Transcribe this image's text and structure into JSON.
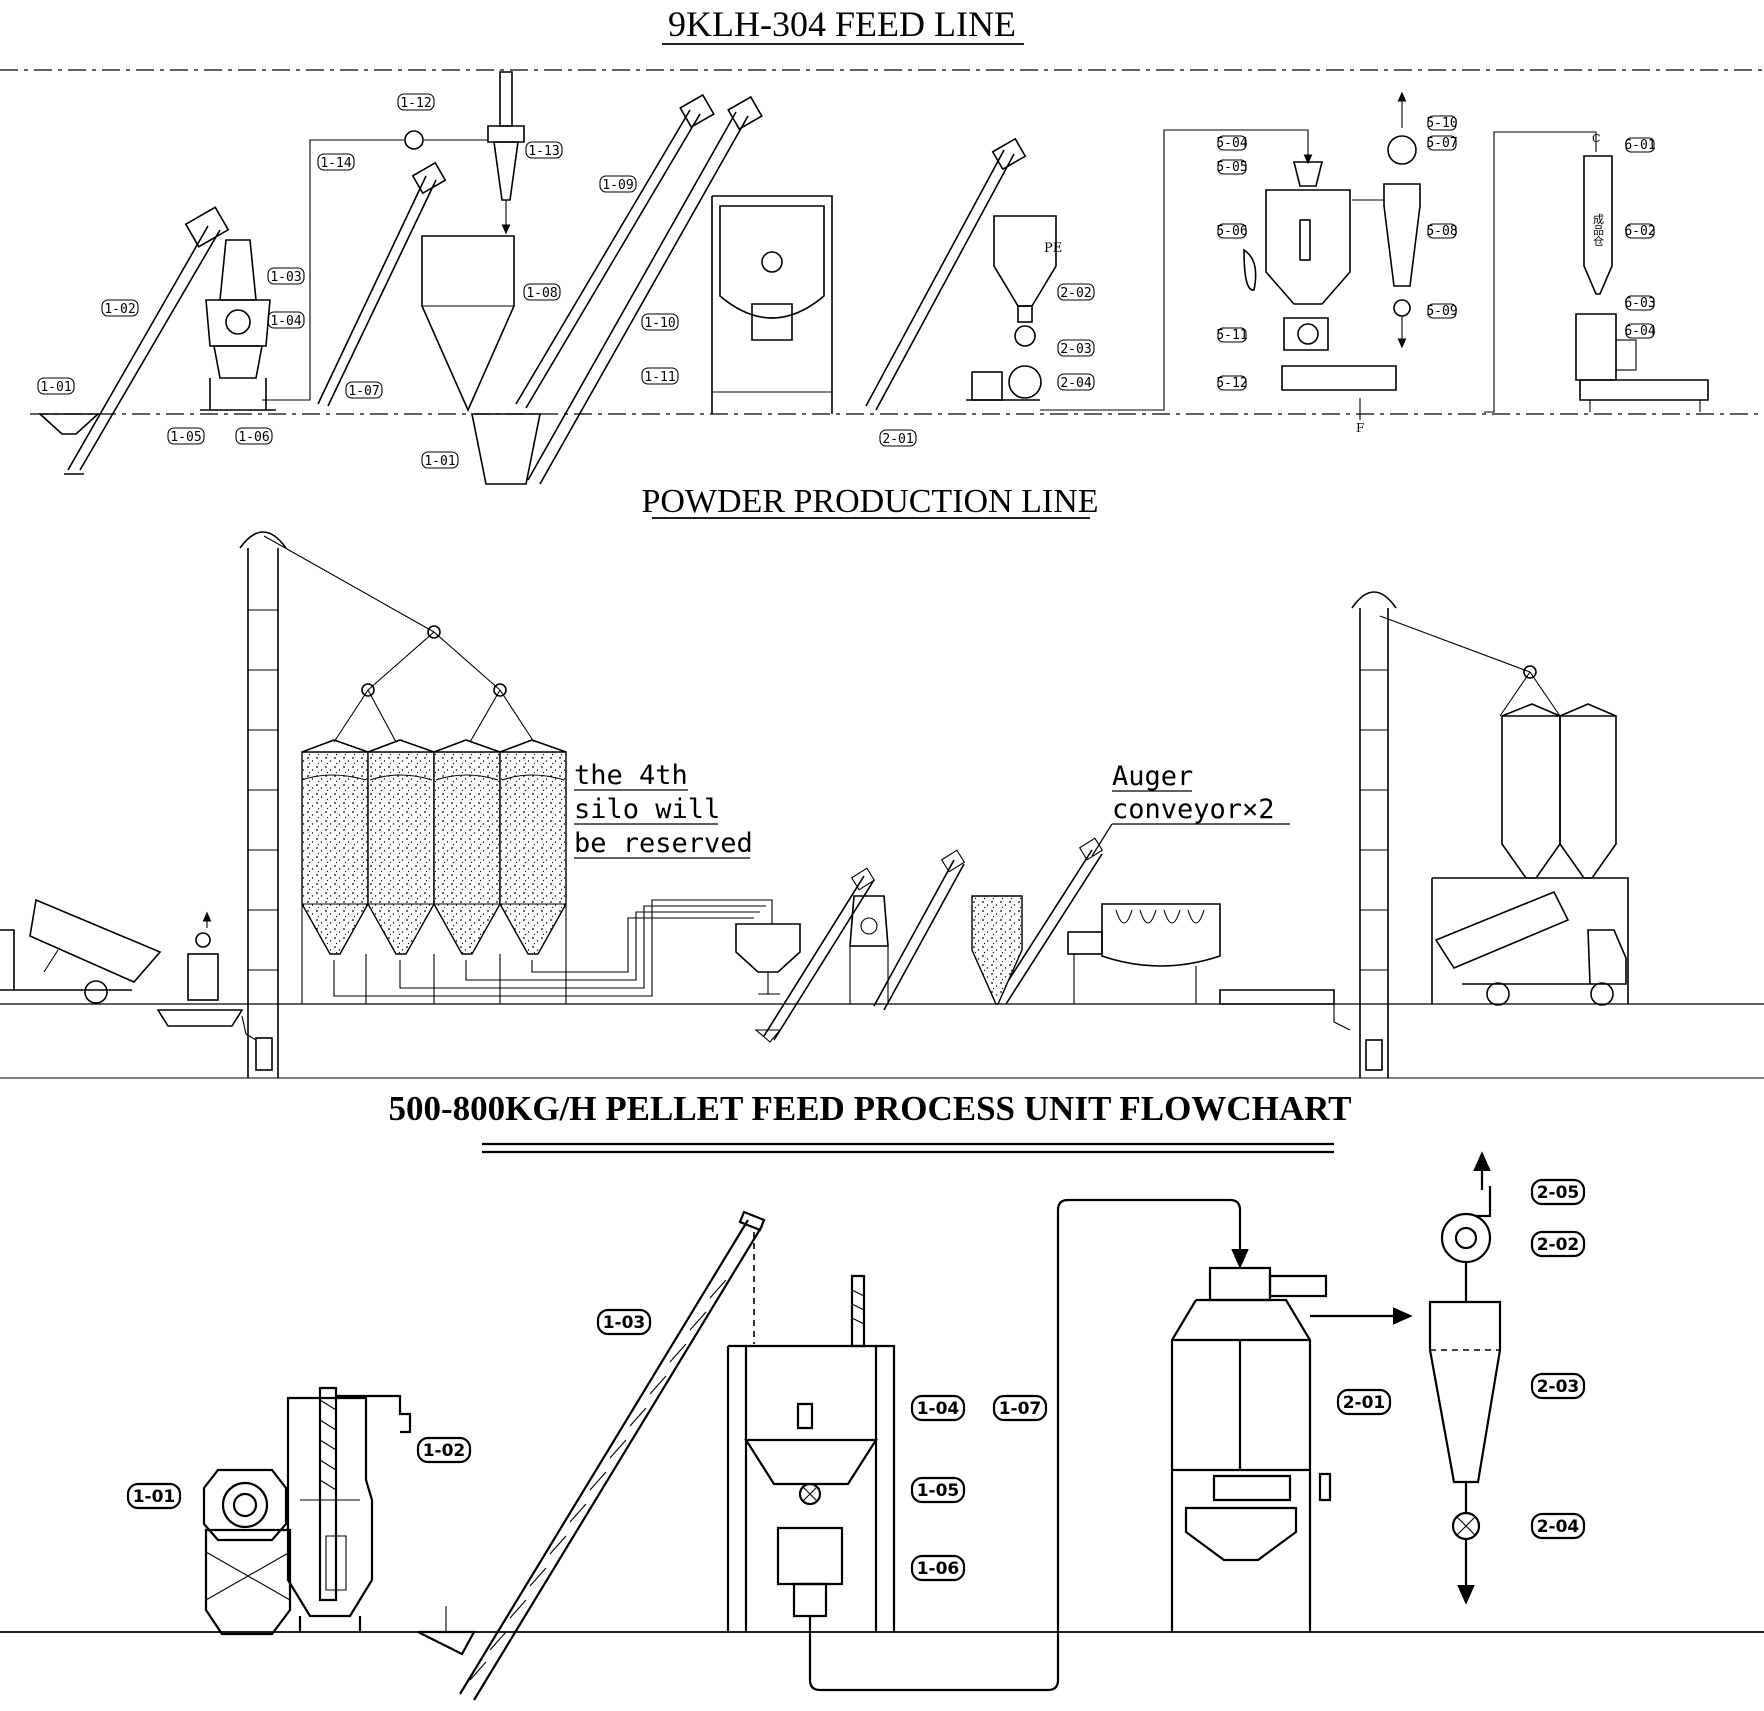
{
  "titles": {
    "feed_line": "9KLH-304 FEED LINE",
    "powder_line": "POWDER PRODUCTION LINE",
    "pellet_flowchart": "500-800KG/H PELLET FEED PROCESS UNIT FLOWCHART"
  },
  "feed_line": {
    "labels": [
      {
        "id": "1-01a",
        "text": "1-01"
      },
      {
        "id": "1-02",
        "text": "1-02"
      },
      {
        "id": "1-03",
        "text": "1-03"
      },
      {
        "id": "1-04",
        "text": "1-04"
      },
      {
        "id": "1-05",
        "text": "1-05"
      },
      {
        "id": "1-06",
        "text": "1-06"
      },
      {
        "id": "1-07",
        "text": "1-07"
      },
      {
        "id": "1-08",
        "text": "1-08"
      },
      {
        "id": "1-09",
        "text": "1-09"
      },
      {
        "id": "1-10",
        "text": "1-10"
      },
      {
        "id": "1-11",
        "text": "1-11"
      },
      {
        "id": "1-12",
        "text": "1-12"
      },
      {
        "id": "1-13",
        "text": "1-13"
      },
      {
        "id": "1-14",
        "text": "1-14"
      },
      {
        "id": "1-01b",
        "text": "1-01"
      },
      {
        "id": "2-01",
        "text": "2-01"
      },
      {
        "id": "2-02",
        "text": "2-02"
      },
      {
        "id": "2-03",
        "text": "2-03"
      },
      {
        "id": "2-04",
        "text": "2-04"
      },
      {
        "id": "5-04",
        "text": "5-04"
      },
      {
        "id": "5-05",
        "text": "5-05"
      },
      {
        "id": "5-06",
        "text": "5-06"
      },
      {
        "id": "5-07",
        "text": "5-07"
      },
      {
        "id": "5-08",
        "text": "5-08"
      },
      {
        "id": "5-09",
        "text": "5-09"
      },
      {
        "id": "5-10",
        "text": "5-10"
      },
      {
        "id": "5-11",
        "text": "5-11"
      },
      {
        "id": "5-12",
        "text": "5-12"
      },
      {
        "id": "6-01",
        "text": "6-01"
      },
      {
        "id": "6-02",
        "text": "6-02"
      },
      {
        "id": "6-03",
        "text": "6-03"
      },
      {
        "id": "6-04",
        "text": "6-04"
      }
    ],
    "small_marks": {
      "pe": "PE",
      "f": "F",
      "c": "C",
      "vertical_text": "成品仓"
    }
  },
  "powder_line": {
    "note_silo": [
      "the 4th",
      "silo will",
      "be reserved"
    ],
    "note_auger": [
      "Auger",
      "conveyor×2"
    ]
  },
  "pellet_flowchart": {
    "labels": [
      {
        "id": "1-01",
        "text": "1-01"
      },
      {
        "id": "1-02",
        "text": "1-02"
      },
      {
        "id": "1-03",
        "text": "1-03"
      },
      {
        "id": "1-04",
        "text": "1-04"
      },
      {
        "id": "1-05",
        "text": "1-05"
      },
      {
        "id": "1-06",
        "text": "1-06"
      },
      {
        "id": "1-07",
        "text": "1-07"
      },
      {
        "id": "2-01",
        "text": "2-01"
      },
      {
        "id": "2-02",
        "text": "2-02"
      },
      {
        "id": "2-03",
        "text": "2-03"
      },
      {
        "id": "2-04",
        "text": "2-04"
      },
      {
        "id": "2-05",
        "text": "2-05"
      }
    ]
  }
}
